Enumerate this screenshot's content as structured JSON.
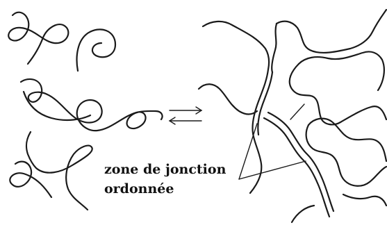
{
  "diagram": {
    "annotation": {
      "line1": "zone de jonction",
      "line2": "ordonnée"
    },
    "left_state": "random-coil-chains",
    "right_state": "ordered-network-with-junction-zones",
    "arrow": "equilibrium-double-arrow",
    "ink_color": "#1a1a1a",
    "background_color": "#ffffff"
  }
}
